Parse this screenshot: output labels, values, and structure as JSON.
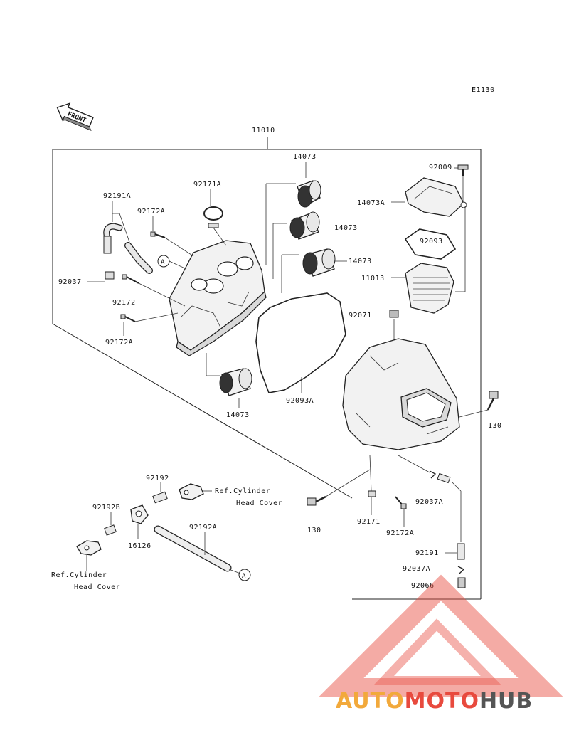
{
  "diagram": {
    "code": "E1130",
    "front_label": "FRONT",
    "ref_marker": "A",
    "labels": {
      "p11010": "11010",
      "p14073_top": "14073",
      "p92009": "92009",
      "p92171A": "92171A",
      "p92191A": "92191A",
      "p92172A_top": "92172A",
      "p14073A": "14073A",
      "p14073_mid": "14073",
      "p92093": "92093",
      "p14073_low": "14073",
      "p11013": "11013",
      "p92037": "92037",
      "p92172": "92172",
      "p92172A_low": "92172A",
      "p92071": "92071",
      "p14073_bottom": "14073",
      "p92093A": "92093A",
      "p130_right": "130",
      "p92192": "92192",
      "ref_cyl_1_line1": "Ref.Cylinder",
      "ref_cyl_1_line2": "Head Cover",
      "p92192B": "92192B",
      "p16126": "16126",
      "p92192A": "92192A",
      "p130_left": "130",
      "p92171": "92171",
      "p92172A_bottom": "92172A",
      "p92037A_1": "92037A",
      "p92191": "92191",
      "p92037A_2": "92037A",
      "p92066": "92066",
      "ref_cyl_2_line1": "Ref.Cylinder",
      "ref_cyl_2_line2": "Head Cover"
    }
  },
  "watermark": {
    "text_part1": "AUTO",
    "text_part2": "MOTO",
    "text_part3": "HUB",
    "colors": {
      "triangle": "#e84a3e",
      "auto": "#f2a93b",
      "moto": "#e84a3e",
      "hub": "#555555"
    }
  }
}
